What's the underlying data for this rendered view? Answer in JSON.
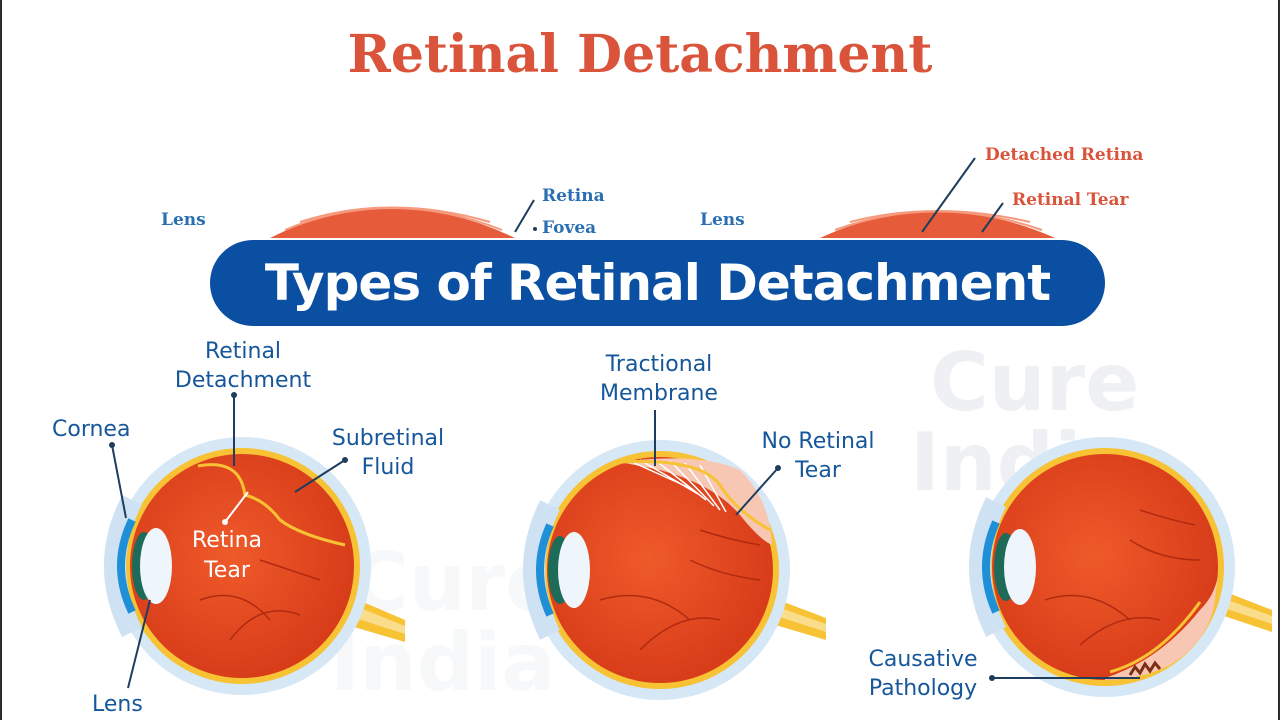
{
  "header": {
    "title": "Retinal Detachment"
  },
  "top_labels": {
    "lens_left": "Lens",
    "retina": "Retina",
    "fovea": "Fovea",
    "lens_right": "Lens",
    "detached_retina": "Detached Retina",
    "retinal_tear": "Retinal Tear"
  },
  "banner": {
    "title": "Types of Retinal Detachment"
  },
  "diagram1": {
    "retinal_detachment": [
      "Retinal",
      "Detachment"
    ],
    "cornea": "Cornea",
    "subretinal_fluid": [
      "Subretinal",
      "Fluid"
    ],
    "retina_tear": [
      "Retina",
      "Tear"
    ],
    "lens": "Lens"
  },
  "diagram2": {
    "tractional_membrane": [
      "Tractional",
      "Membrane"
    ],
    "no_retinal_tear": [
      "No Retinal",
      "Tear"
    ]
  },
  "diagram3": {
    "causative_pathology": [
      "Causative",
      "Pathology"
    ]
  },
  "colors": {
    "title_red": "#d9543a",
    "banner_blue": "#0b4fa3",
    "label_blue": "#16569a",
    "eye_red": "#e0431e",
    "sclera_blue": "#cfe2f3",
    "yellow": "#f7c234"
  }
}
